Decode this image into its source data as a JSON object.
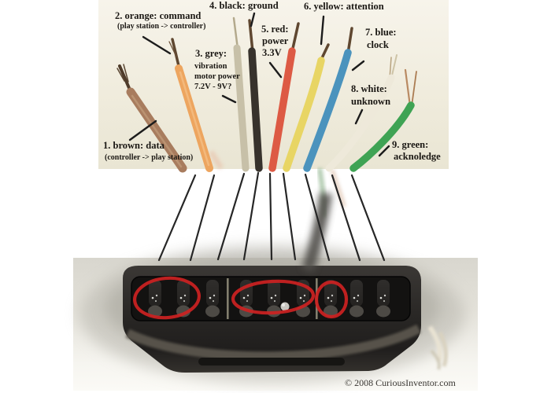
{
  "highlight_color": "#cd2222",
  "photo": {
    "copyright": "© 2008 CuriousInventor.com"
  },
  "wires": [
    {
      "name": "brown",
      "color": "#a87c5e",
      "lines": [
        "1. brown: data",
        "(controller -> play station)"
      ]
    },
    {
      "name": "orange",
      "color": "#eda55f",
      "lines": [
        "2. orange: command",
        "(play station -> controller)"
      ]
    },
    {
      "name": "grey",
      "color": "#c7c0a8",
      "lines": [
        "3. grey:",
        "vibration",
        "motor power",
        "7.2V - 9V?"
      ]
    },
    {
      "name": "black",
      "color": "#37322c",
      "lines": [
        "4. black: ground"
      ]
    },
    {
      "name": "red",
      "color": "#dd5a44",
      "lines": [
        "5. red:",
        "power",
        "3.3V"
      ]
    },
    {
      "name": "yellow",
      "color": "#e8d564",
      "lines": [
        "6. yellow: attention"
      ]
    },
    {
      "name": "blue",
      "color": "#4b93bd",
      "lines": [
        "7. blue:",
        "clock"
      ]
    },
    {
      "name": "white",
      "color": "#eee9da",
      "lines": [
        "8. white:",
        "unknown"
      ]
    },
    {
      "name": "green",
      "color": "#3fa354",
      "lines": [
        "9. green:",
        "acknoledge"
      ]
    }
  ]
}
